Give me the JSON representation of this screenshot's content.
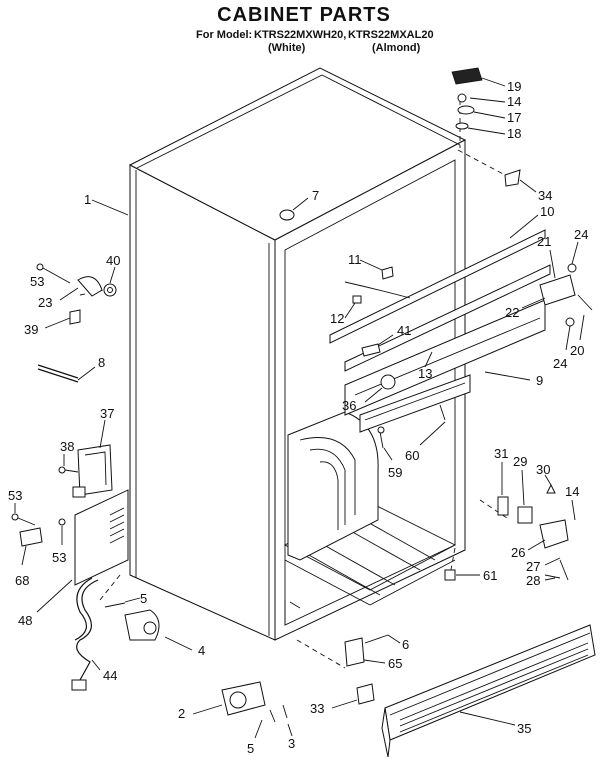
{
  "header": {
    "title": "CABINET PARTS",
    "model_prefix": "For Model:",
    "model_1": "KTRS22MXWH20,",
    "model_2": "KTRS22MXAL20",
    "variant_1": "(White)",
    "variant_2": "(Almond)"
  },
  "callouts": [
    "1",
    "2",
    "3",
    "4",
    "5",
    "5",
    "6",
    "7",
    "8",
    "9",
    "10",
    "11",
    "12",
    "13",
    "14",
    "14",
    "17",
    "18",
    "19",
    "20",
    "21",
    "22",
    "23",
    "24",
    "24",
    "26",
    "27",
    "28",
    "29",
    "30",
    "31",
    "33",
    "34",
    "35",
    "36",
    "37",
    "38",
    "39",
    "40",
    "41",
    "44",
    "48",
    "53",
    "53",
    "53",
    "59",
    "60",
    "61",
    "65",
    "68"
  ]
}
